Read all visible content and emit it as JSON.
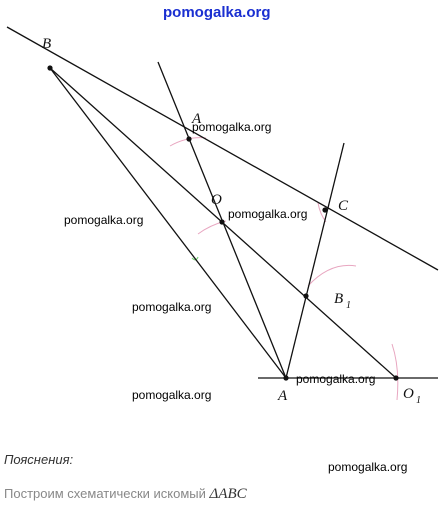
{
  "watermark": "pomogalka.org",
  "points": {
    "B": "B",
    "A": "A",
    "O": "O",
    "C": "C",
    "B1_main": "B",
    "B1_sub": "1",
    "A_bottom": "A",
    "O1_main": "O",
    "O1_sub": "1"
  },
  "explanation": {
    "title": "Пояснения:",
    "text": "Построим схематически искомый",
    "triangle_symbol": "Δ",
    "triangle_name": "ABC"
  },
  "colors": {
    "lines": "#111111",
    "arcs": "#e8a6c0",
    "arc_accent": "#7ad37a",
    "watermark_top": "#1a2fd1"
  }
}
